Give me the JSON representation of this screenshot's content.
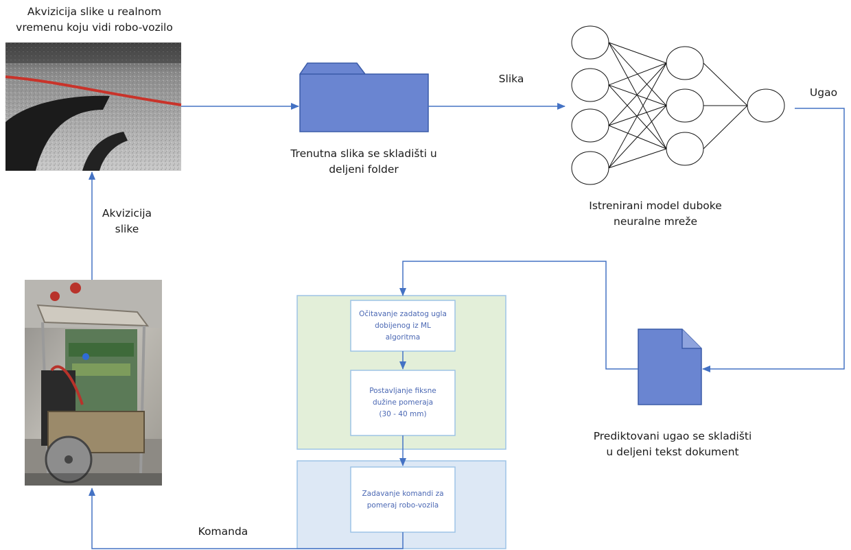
{
  "labels": {
    "camera_caption_line1": "Akvizicija slike u realnom",
    "camera_caption_line2": "vremenu koju vidi robo-vozilo",
    "acquisition_line1": "Akvizicija",
    "acquisition_line2": "slike",
    "folder_caption_line1": "Trenutna slika se skladišti u",
    "folder_caption_line2": "deljeni folder",
    "slika": "Slika",
    "ugao": "Ugao",
    "nn_caption_line1": "Istrenirani model duboke",
    "nn_caption_line2": "neuralne mreže",
    "doc_caption_line1": "Prediktovani ugao se skladišti",
    "doc_caption_line2": "u deljeni tekst dokument",
    "komanda": "Komanda"
  },
  "process_boxes": {
    "read_angle_line1": "Očitavanje zadatog ugla",
    "read_angle_line2": "dobijenog iz ML",
    "read_angle_line3": "algoritma",
    "fixed_length_line1": "Postavljanje fiksne",
    "fixed_length_line2": "dužine pomeraja",
    "fixed_length_line3": "(30 - 40 mm)",
    "command_line1": "Zadavanje komandi za",
    "command_line2": "pomeraj robo-vozila"
  },
  "colors": {
    "arrow": "#4472c4",
    "shape_fill": "#6a85d1",
    "shape_stroke": "#3a5ba8",
    "green_panel": "#e3efd9",
    "blue_panel": "#dde8f5",
    "panel_border": "#9dc3e6",
    "box_text": "#4a67b3"
  },
  "neural_network": {
    "layers": [
      4,
      3,
      1
    ]
  }
}
